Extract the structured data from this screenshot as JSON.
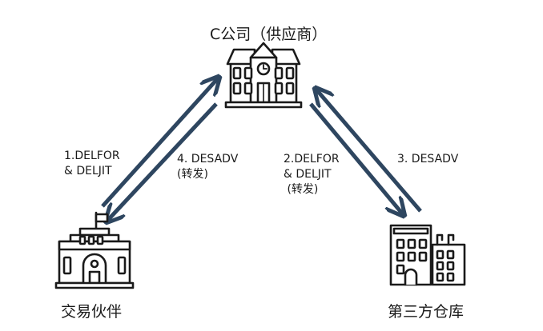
{
  "nodes": {
    "supplier": {
      "label": "C公司（供应商）",
      "icon": "school-building-icon"
    },
    "partner": {
      "label": "交易伙伴",
      "icon": "government-building-icon"
    },
    "warehouse": {
      "label": "第三方仓库",
      "icon": "office-buildings-icon"
    }
  },
  "edges": {
    "e1": {
      "line1": "1.DELFOR",
      "line2": "& DELJIT"
    },
    "e4": {
      "line1": "4. DESADV",
      "line2": "(转发)"
    },
    "e2": {
      "line1": "2.DELFOR",
      "line2": "& DELJIT",
      "line3": " (转发)"
    },
    "e3": {
      "line1": "3. DESADV"
    }
  },
  "colors": {
    "arrow": "#2e4660",
    "outline": "#1a1a1a"
  }
}
